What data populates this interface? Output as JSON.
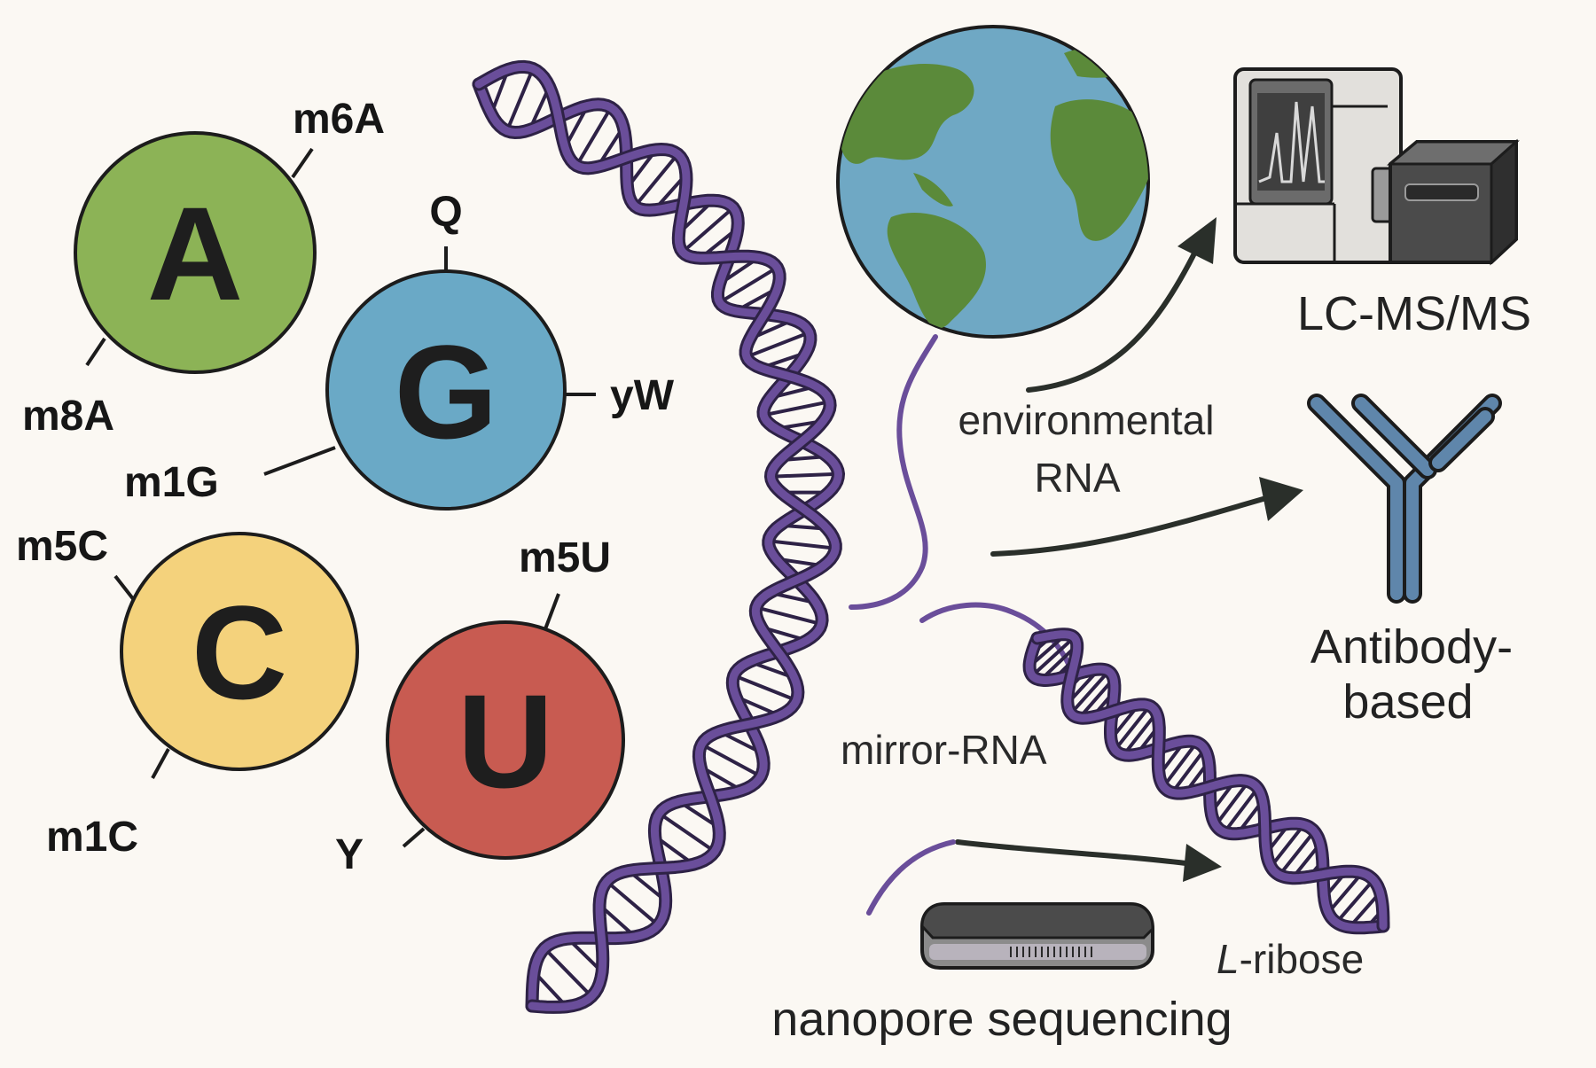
{
  "nucleotides": {
    "A": {
      "letter": "A",
      "mods": [
        "m6A",
        "m8A"
      ],
      "color": "#8cb356"
    },
    "G": {
      "letter": "G",
      "mods": [
        "Q",
        "yW",
        "m1G"
      ],
      "color": "#6aa9c6"
    },
    "C": {
      "letter": "C",
      "mods": [
        "m5C",
        "m1C"
      ],
      "color": "#f4d27c"
    },
    "U": {
      "letter": "U",
      "mods": [
        "m5U",
        "Y"
      ],
      "color": "#c85b51"
    }
  },
  "labels": {
    "environmental": "environmental",
    "rna": "RNA",
    "mirror_rna": "mirror-RNA",
    "l_prefix": "L",
    "ribose": "-ribose",
    "nanopore": "nanopore sequencing",
    "lcms": "LC-MS/MS",
    "antibody_line1": "Antibody-",
    "antibody_line2": "based"
  },
  "icons": [
    "earth-globe-icon",
    "lc-ms-instrument-icon",
    "antibody-icon",
    "nanopore-device-icon",
    "rna-helix-icon"
  ],
  "colors": {
    "helix": "#6a4e9a",
    "helix_outline": "#2e2246",
    "ocean": "#6fa8c4",
    "land": "#5b8a3a",
    "antibody": "#5f86ab",
    "arrow": "#2a2f2a",
    "background": "#fbf8f3"
  }
}
